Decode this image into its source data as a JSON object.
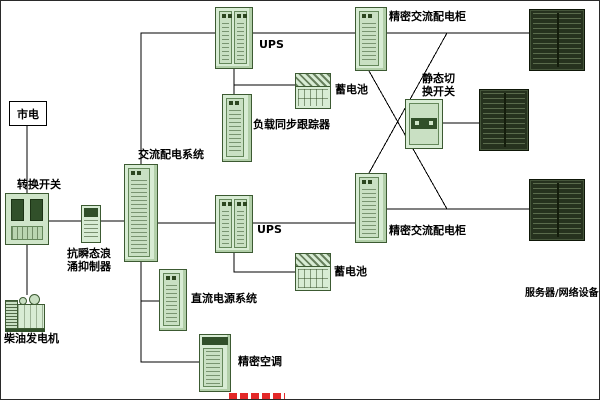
{
  "diagram": {
    "nodes": {
      "mains": {
        "label": "市电"
      },
      "transfer_switch": {
        "label": "转换开关"
      },
      "surge_suppressor": {
        "label_line1": "抗瞬态浪",
        "label_line2": "涌抑制器"
      },
      "diesel_generator": {
        "label": "柴油发电机"
      },
      "ac_distribution": {
        "label": "交流配电系统"
      },
      "ups_top": {
        "label": "UPS"
      },
      "ups_bottom": {
        "label": "UPS"
      },
      "load_sync_tracker": {
        "label": "负载同步跟踪器"
      },
      "battery_top": {
        "label": "蓄电池"
      },
      "battery_bottom": {
        "label": "蓄电池"
      },
      "precision_ac_panel_top": {
        "label": "精密交流配电柜"
      },
      "precision_ac_panel_bottom": {
        "label": "精密交流配电柜"
      },
      "static_transfer_switch": {
        "label_line1": "静态切",
        "label_line2": "换开关"
      },
      "dc_power_system": {
        "label": "直流电源系统"
      },
      "precision_air_conditioner": {
        "label": "精密空调"
      },
      "servers": {
        "label": "服务器/网络设备"
      }
    },
    "colors": {
      "cabinet_fill": "#d8ecd4",
      "cabinet_border": "#3c5a32",
      "panel_dark": "#31502a",
      "rack_dark": "#26321e",
      "connector_line": "#000000",
      "background": "#ffffff",
      "watermark_red": "#e01010"
    }
  }
}
